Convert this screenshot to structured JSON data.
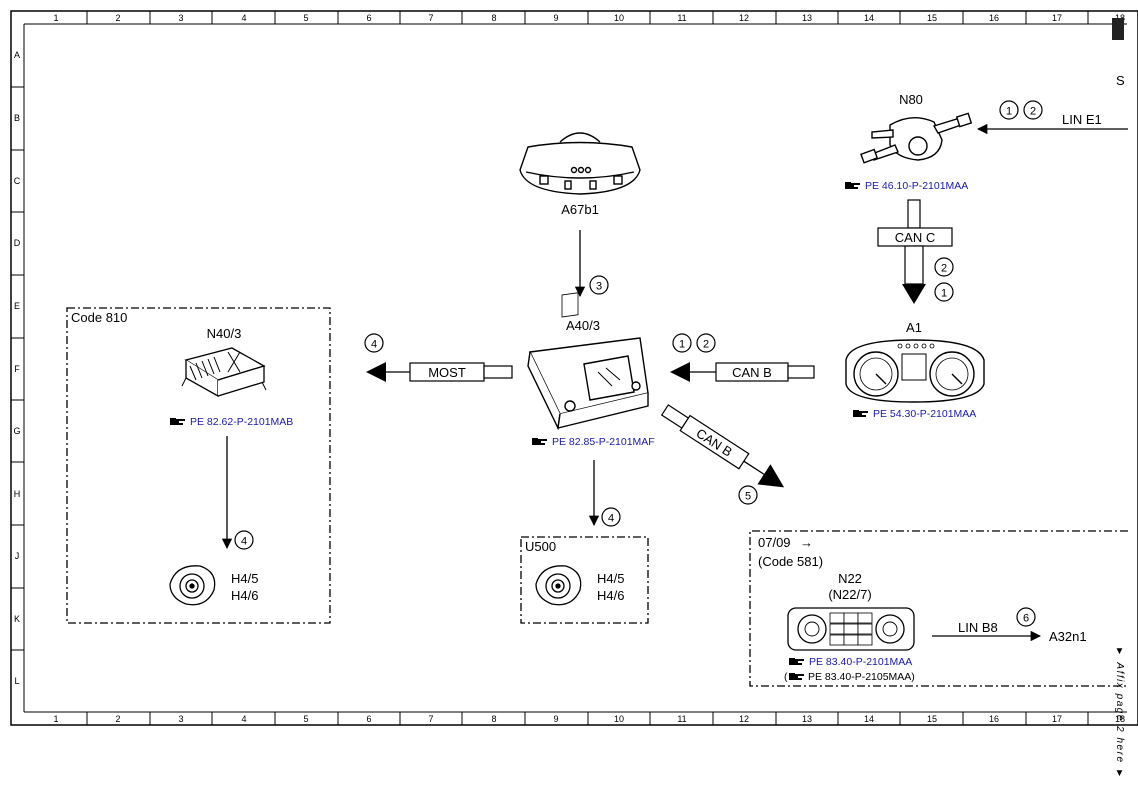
{
  "grid": {
    "columns": [
      "1",
      "2",
      "3",
      "4",
      "5",
      "6",
      "7",
      "8",
      "9",
      "10",
      "11",
      "12",
      "13",
      "14",
      "15",
      "16",
      "17",
      "18"
    ],
    "rows": [
      "A",
      "B",
      "C",
      "D",
      "E",
      "F",
      "G",
      "H",
      "J",
      "K",
      "L"
    ]
  },
  "corner_text": "S",
  "components": {
    "a67b1": {
      "label": "A67b1"
    },
    "a40_3": {
      "label": "A40/3",
      "ref": "PE 82.85-P-2101MAF"
    },
    "n80": {
      "label": "N80",
      "ref": "PE 46.10-P-2101MAA"
    },
    "a1": {
      "label": "A1",
      "ref": "PE 54.30-P-2101MAA"
    },
    "n40_3": {
      "label": "N40/3",
      "ref": "PE 82.62-P-2101MAB"
    },
    "speaker_left": {
      "labels": [
        "H4/5",
        "H4/6"
      ]
    },
    "speaker_mid": {
      "labels": [
        "H4/5",
        "H4/6"
      ]
    },
    "n22": {
      "label": "N22",
      "alt_label": "(N22/7)",
      "ref": "PE 83.40-P-2101MAA",
      "ref_alt": "PE 83.40-P-2105MAA)",
      "ref_alt_open": "("
    },
    "a32n1": {
      "label": "A32n1"
    }
  },
  "groups": {
    "code810": {
      "label": "Code 810"
    },
    "u500": {
      "label": "U500"
    },
    "code581": {
      "date": "07/09",
      "date_arrow": "→",
      "label": "(Code 581)"
    }
  },
  "buses": {
    "most": "MOST",
    "can_b": "CAN B",
    "can_b_diag": "CAN B",
    "can_c": "CAN C",
    "lin_e1": "LIN E1",
    "lin_b8": "LIN B8"
  },
  "markers": {
    "n80_1": "1",
    "n80_2": "2",
    "canc_2": "2",
    "canc_1": "1",
    "a67_3": "3",
    "most_4": "4",
    "canb_1": "1",
    "canb_2": "2",
    "diag_5": "5",
    "n40_4": "4",
    "u500_4": "4",
    "linb8_6": "6"
  },
  "affix_text": "▼ Affix page 2 here ▼",
  "colors": {
    "line": "#000000",
    "ref_link": "#1a1aa6"
  }
}
